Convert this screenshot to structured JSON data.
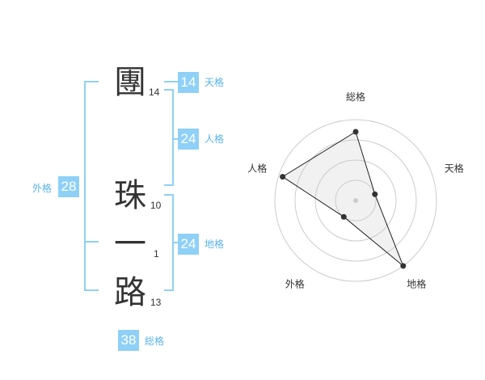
{
  "name": {
    "chars": [
      {
        "char": "團",
        "strokes": "14"
      },
      {
        "char": "珠",
        "strokes": "10"
      },
      {
        "char": "一",
        "strokes": "1"
      },
      {
        "char": "路",
        "strokes": "13"
      }
    ]
  },
  "kakusu": {
    "tenkaku": {
      "value": "14",
      "label": "天格"
    },
    "jinkaku": {
      "value": "24",
      "label": "人格"
    },
    "chikaku": {
      "value": "24",
      "label": "地格"
    },
    "gaikaku": {
      "value": "28",
      "label": "外格"
    },
    "soukaku": {
      "value": "38",
      "label": "総格"
    }
  },
  "colors": {
    "accent": "#8fd0f7",
    "accent_text": "#5ab3ea",
    "text": "#333333",
    "grid": "#cccccc"
  },
  "chart_data": {
    "type": "radar",
    "axes": [
      "総格",
      "天格",
      "地格",
      "外格",
      "人格"
    ],
    "values": [
      0.85,
      0.25,
      1.0,
      0.25,
      0.95
    ],
    "rings": 4,
    "grid": true
  }
}
